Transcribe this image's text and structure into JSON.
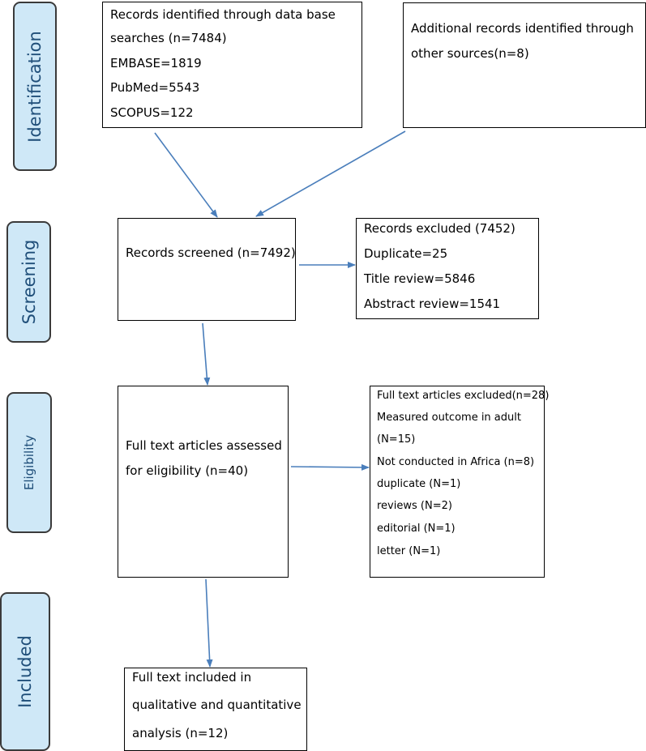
{
  "phases": {
    "identification": "Identification",
    "screening": "Screening",
    "eligibility": "Eligibility",
    "included": "Included"
  },
  "boxes": {
    "db_search": [
      "Records identified through data base",
      "searches (n=7484)",
      "EMBASE=1819",
      "PubMed=5543",
      "SCOPUS=122"
    ],
    "other_sources": [
      "Additional records identified through",
      "other sources(n=8)"
    ],
    "screened": [
      "Records screened (n=7492)"
    ],
    "excluded": [
      "Records excluded (7452)",
      "Duplicate=25",
      "Title review=5846",
      "Abstract review=1541"
    ],
    "fulltext_assessed": [
      "Full text articles assessed",
      "for eligibility (n=40)"
    ],
    "fulltext_excluded": [
      "Full text articles excluded(n=28)",
      "Measured outcome in adult",
      "(N=15)",
      "Not conducted in Africa (n=8)",
      "duplicate (N=1)",
      "reviews (N=2)",
      "editorial (N=1)",
      "letter (N=1)"
    ],
    "included": [
      "Full text included in",
      "qualitative and quantitative",
      "analysis (n=12)"
    ]
  },
  "colors": {
    "arrow": "#4a7ebb",
    "phase_fill": "#cfe8f7",
    "phase_text": "#1f4e79"
  }
}
